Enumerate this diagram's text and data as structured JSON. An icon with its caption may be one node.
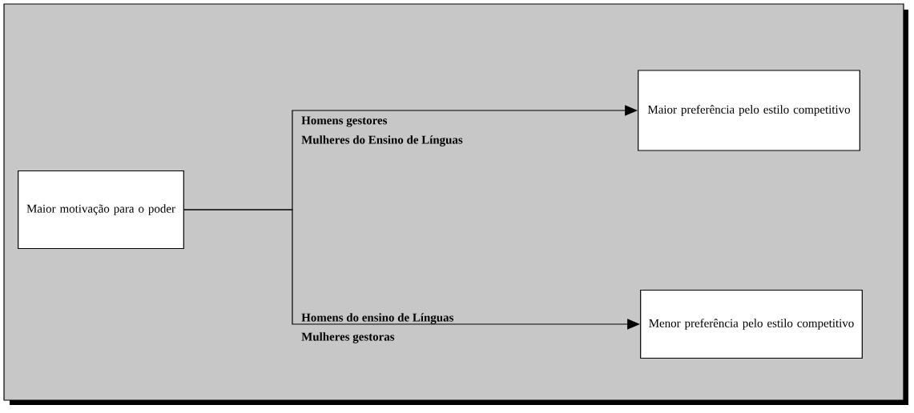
{
  "diagram": {
    "nodes": [
      {
        "text": [
          "Maior motivação para o poder"
        ]
      },
      {
        "text": [
          "Maior preferência pelo estilo competitivo"
        ]
      },
      {
        "text": [
          "Menor preferência pelo estilo competitivo"
        ]
      }
    ],
    "edges": [
      {
        "from": 0,
        "to": 1,
        "arrow": "to"
      },
      {
        "from": 0,
        "to": 2,
        "arrow": "to"
      }
    ],
    "labels": [
      "Homens gestores",
      "Mulheres do Ensino de Línguas",
      "Homens do ensino de Línguas",
      "Mulheres gestoras"
    ]
  }
}
